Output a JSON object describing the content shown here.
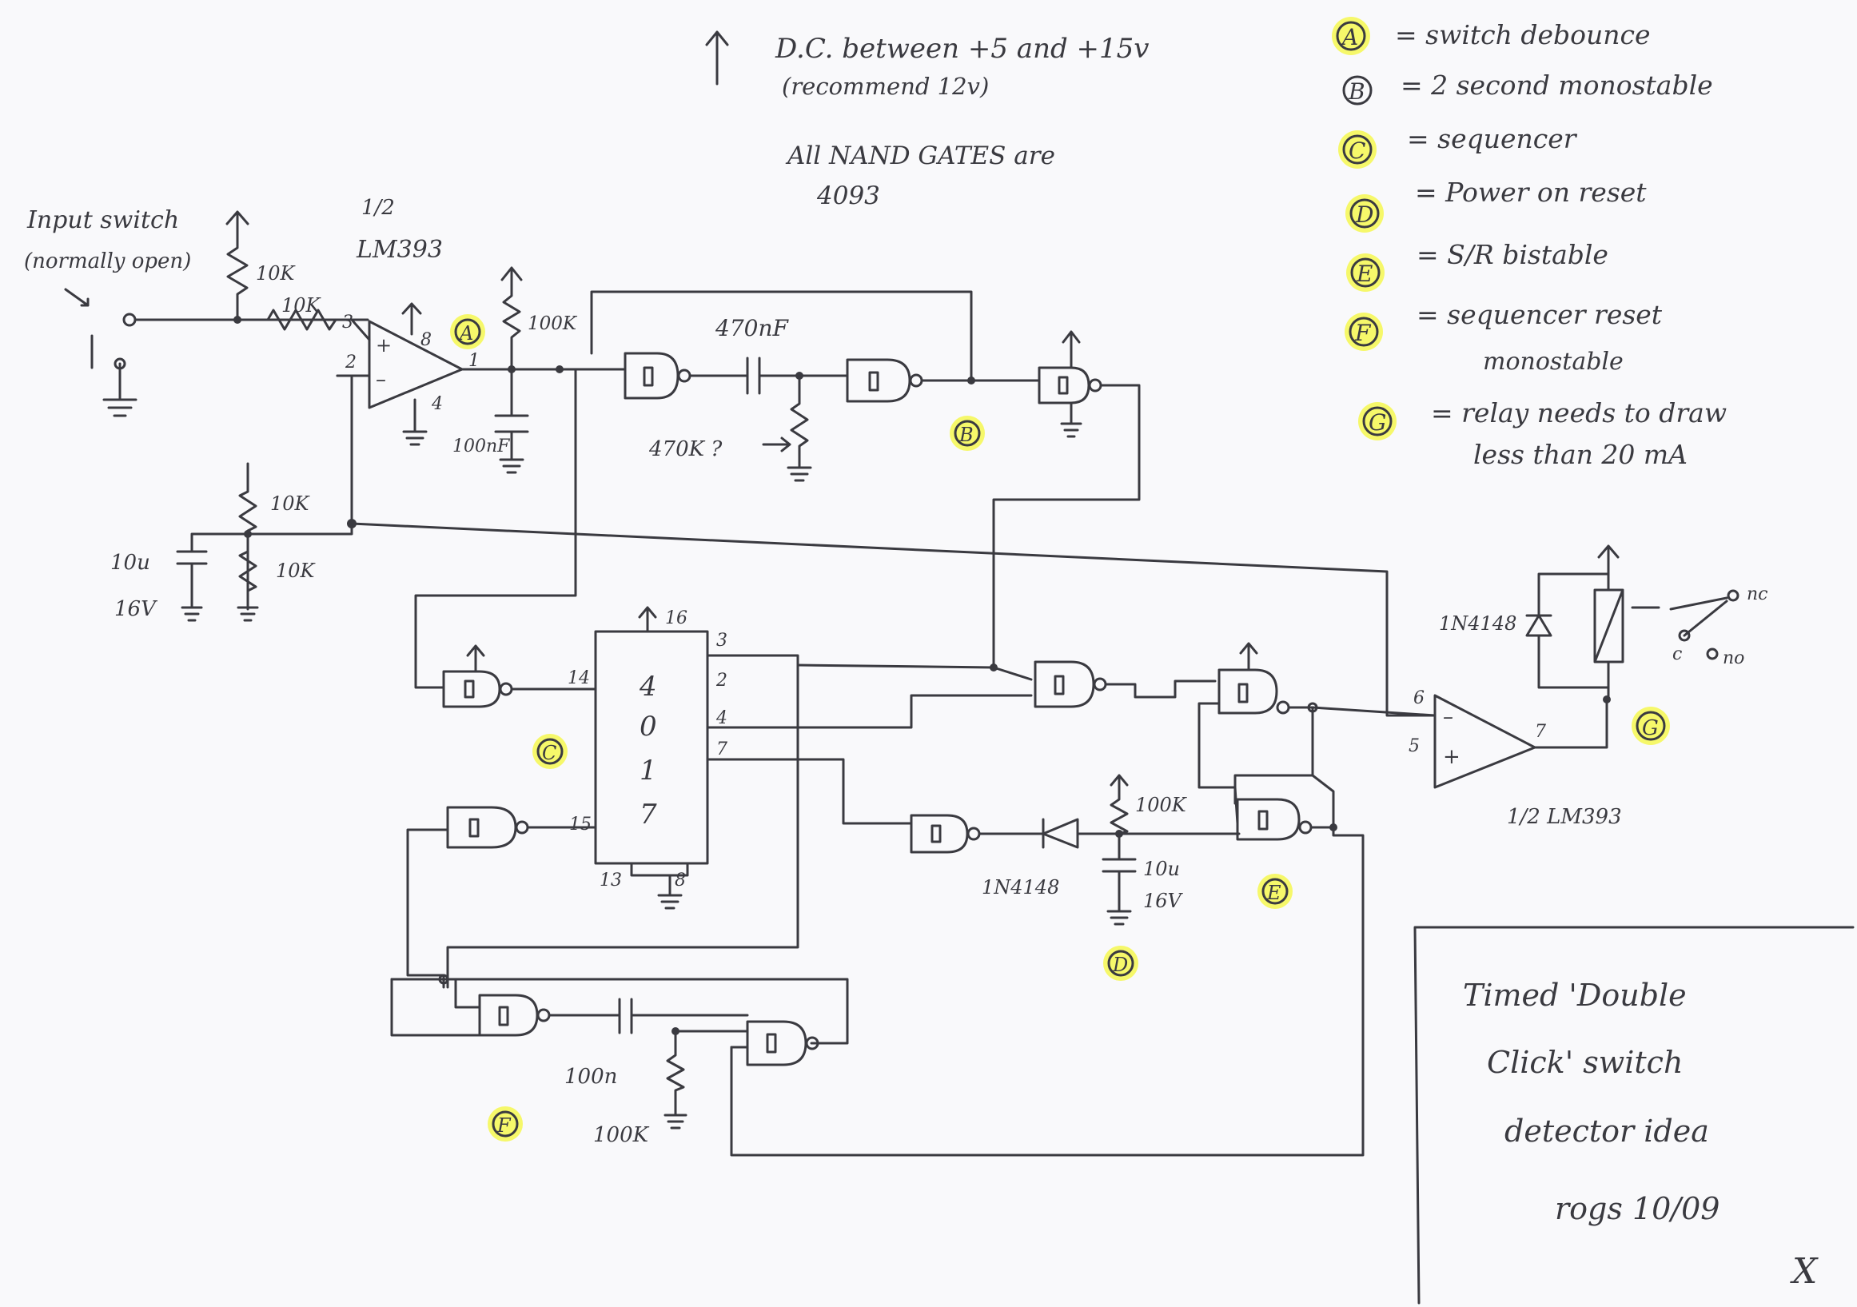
{
  "notes": {
    "power": "D.C. between +5 and +15v",
    "power_recommend": "(recommend 12v)",
    "nand_line1": "All NAND GATES are",
    "nand_line2": "4093"
  },
  "legend": [
    {
      "key": "A",
      "text": "= switch debounce"
    },
    {
      "key": "B",
      "text": "= 2 second monostable"
    },
    {
      "key": "C",
      "text": "= sequencer"
    },
    {
      "key": "D",
      "text": "= Power on reset"
    },
    {
      "key": "E",
      "text": "= S/R bistable"
    },
    {
      "key": "F",
      "text": "= sequencer reset",
      "text2": "monostable"
    },
    {
      "key": "G",
      "text": "= relay needs to draw",
      "text2": "less than 20 mA"
    }
  ],
  "labels": {
    "input_switch": "Input switch",
    "normally_open": "(normally open)",
    "half": "1/2",
    "lm393": "LM393",
    "half_lm393": "1/2 LM393",
    "r10k": "10K",
    "r100k": "100K",
    "c470nf": "470nF",
    "r470k": "470K ?",
    "c100nf": "100nF",
    "c10u": "10u",
    "v16": "16V",
    "d1n4148": "1N4148",
    "c100n": "100n",
    "ic4017": [
      "4",
      "0",
      "1",
      "7"
    ],
    "nc": "nc",
    "c": "c",
    "no": "no"
  },
  "pins": {
    "p1": "1",
    "p2": "2",
    "p3": "3",
    "p4": "4",
    "p5": "5",
    "p6": "6",
    "p7": "7",
    "p8": "8",
    "p13": "13",
    "p14": "14",
    "p15": "15",
    "p16": "16"
  },
  "markers": {
    "A": "A",
    "B": "B",
    "C": "C",
    "D": "D",
    "E": "E",
    "F": "F",
    "G": "G"
  },
  "title_block": {
    "line1": "Timed 'Double",
    "line2": "Click' switch",
    "line3": "detector idea",
    "line4": "rogs 10/09",
    "mark": "X"
  },
  "colors": {
    "ink": "#3a3a40",
    "highlight": "#f4f73a",
    "paper": "#f9f9fb"
  }
}
